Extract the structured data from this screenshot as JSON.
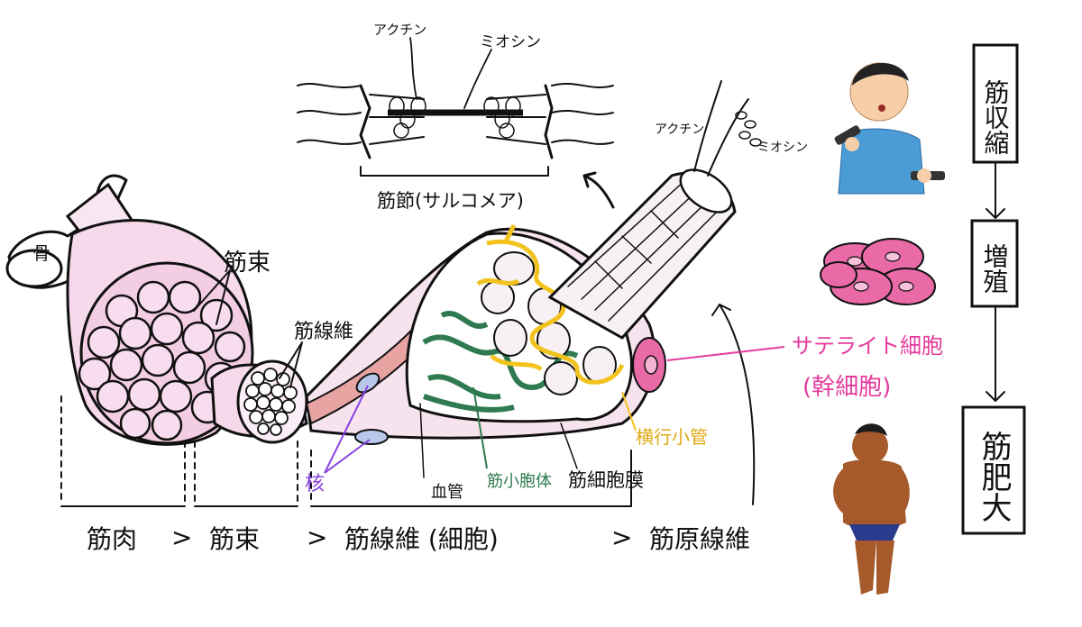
{
  "labels": {
    "bone": "骨",
    "fascicle": "筋束",
    "muscle_fiber": "筋線維",
    "actin_top": "アクチン",
    "myosin_top": "ミオシン",
    "sarcomere": "筋節(サルコメア)",
    "actin_side": "アクチン",
    "myosin_side": "ミオシン",
    "satellite_cell": "サテライト細胞",
    "stem_cell": "(幹細胞)",
    "t_tubule": "横行小管",
    "nucleus": "核",
    "blood_vessel": "血管",
    "sarcoplasmic_reticulum": "筋小胞体",
    "sarcolemma": "筋細胞膜"
  },
  "hierarchy": {
    "items": [
      "筋肉",
      "筋束",
      "筋線維 (細胞)",
      "筋原線維"
    ],
    "separator": ">"
  },
  "flow": {
    "steps": [
      "筋収縮",
      "増殖",
      "筋肥大"
    ]
  },
  "colors": {
    "muscle_pink": "#f6d9ea",
    "cell_pink": "#e96aa6",
    "satellite_magenta": "#e43c9c",
    "t_tubule_yellow": "#f2c31f",
    "reticulum_green": "#2f7a4e",
    "nucleus_purple": "#8a44e0",
    "blood_red": "#d66b6b"
  }
}
